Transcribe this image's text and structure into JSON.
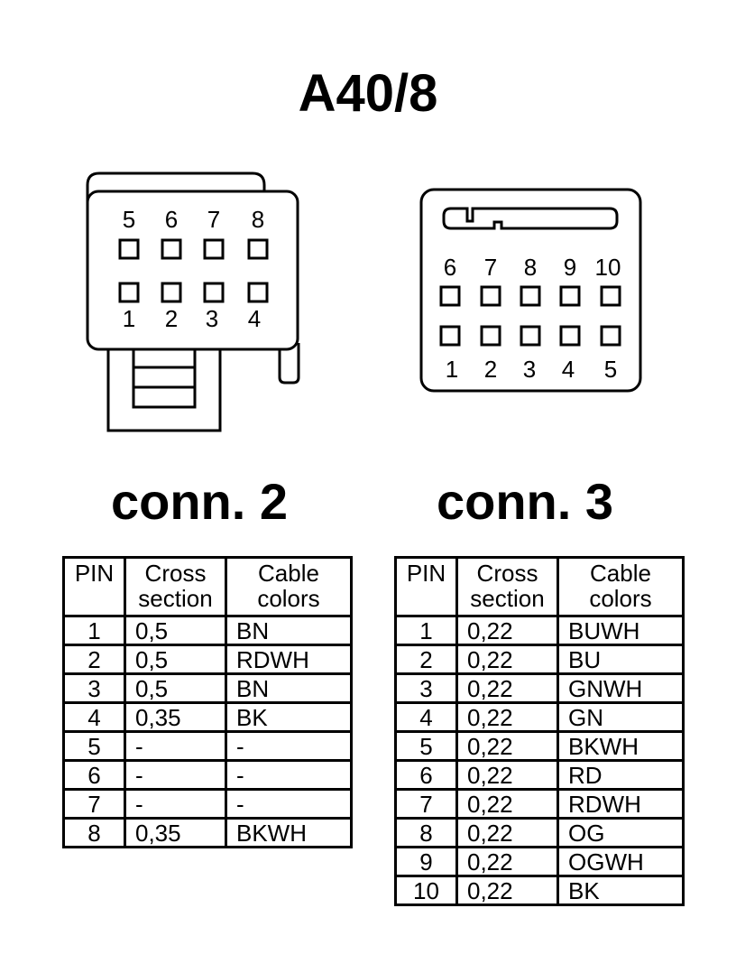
{
  "title": "A40/8",
  "connector2": {
    "label": "conn. 2",
    "top_pins": [
      "5",
      "6",
      "7",
      "8"
    ],
    "bottom_pins": [
      "1",
      "2",
      "3",
      "4"
    ]
  },
  "connector3": {
    "label": "conn. 3",
    "top_pins": [
      "6",
      "7",
      "8",
      "9",
      "10"
    ],
    "bottom_pins": [
      "1",
      "2",
      "3",
      "4",
      "5"
    ]
  },
  "table_headers": {
    "pin": "PIN",
    "cross_line1": "Cross",
    "cross_line2": "section",
    "cable_line1": "Cable",
    "cable_line2": "colors"
  },
  "table2_rows": [
    {
      "pin": "1",
      "cross": "0,5",
      "color": "BN"
    },
    {
      "pin": "2",
      "cross": "0,5",
      "color": "RDWH"
    },
    {
      "pin": "3",
      "cross": "0,5",
      "color": "BN"
    },
    {
      "pin": "4",
      "cross": "0,35",
      "color": "BK"
    },
    {
      "pin": "5",
      "cross": "-",
      "color": "-"
    },
    {
      "pin": "6",
      "cross": "-",
      "color": "-"
    },
    {
      "pin": "7",
      "cross": "-",
      "color": "-"
    },
    {
      "pin": "8",
      "cross": "0,35",
      "color": "BKWH"
    }
  ],
  "table3_rows": [
    {
      "pin": "1",
      "cross": "0,22",
      "color": "BUWH"
    },
    {
      "pin": "2",
      "cross": "0,22",
      "color": "BU"
    },
    {
      "pin": "3",
      "cross": "0,22",
      "color": "GNWH"
    },
    {
      "pin": "4",
      "cross": "0,22",
      "color": "GN"
    },
    {
      "pin": "5",
      "cross": "0,22",
      "color": "BKWH"
    },
    {
      "pin": "6",
      "cross": "0,22",
      "color": "RD"
    },
    {
      "pin": "7",
      "cross": "0,22",
      "color": "RDWH"
    },
    {
      "pin": "8",
      "cross": "0,22",
      "color": "OG"
    },
    {
      "pin": "9",
      "cross": "0,22",
      "color": "OGWH"
    },
    {
      "pin": "10",
      "cross": "0,22",
      "color": "BK"
    }
  ]
}
